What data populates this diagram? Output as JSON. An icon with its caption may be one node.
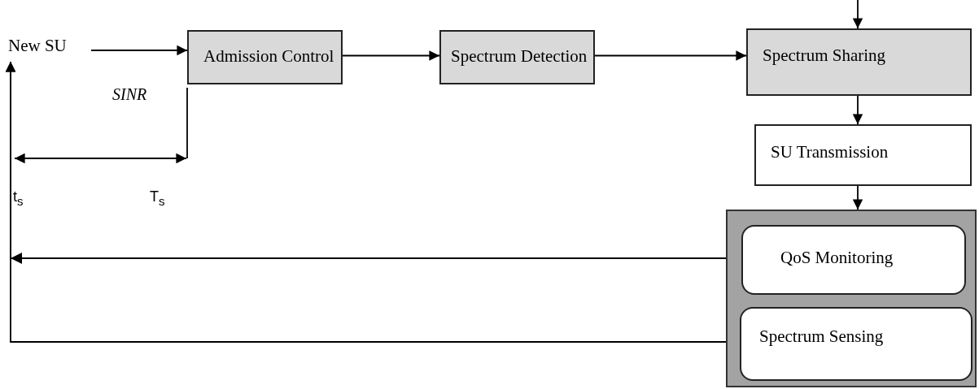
{
  "diagram": {
    "nodes": [
      {
        "text": [
          "New SU"
        ]
      },
      {
        "text": [
          "Admission Control"
        ]
      },
      {
        "text": [
          "Spectrum Detection"
        ]
      },
      {
        "text": [
          "Spectrum Sharing"
        ]
      },
      {
        "text": [
          "SU Transmission"
        ]
      },
      {
        "text": [],
        "shape": "box"
      },
      {
        "text": [
          "QoS Monitoring"
        ],
        "in": 5
      },
      {
        "text": [
          "Spectrum Sensing"
        ],
        "in": 5
      }
    ],
    "edges": [
      {
        "from": null,
        "to": 3,
        "arrow": "to"
      },
      {
        "from": 0,
        "to": 1,
        "arrow": "to"
      },
      {
        "from": 1,
        "to": 2,
        "arrow": "to"
      },
      {
        "from": 2,
        "to": 3,
        "arrow": "to"
      },
      {
        "from": 3,
        "to": 4,
        "arrow": "to"
      },
      {
        "from": 4,
        "to": 5,
        "arrow": "to"
      },
      {
        "from": 6,
        "to": 0,
        "arrow": "to"
      },
      {
        "from": 7,
        "to": 0,
        "arrow": "to"
      }
    ],
    "labels": [
      "SINR",
      "t$_{s}$",
      "T$_{s}$"
    ]
  }
}
